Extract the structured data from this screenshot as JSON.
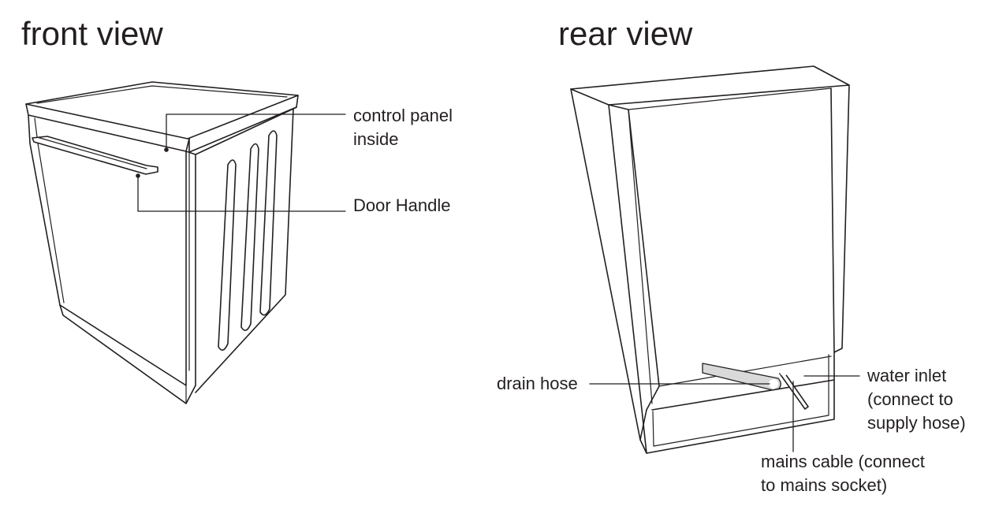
{
  "front": {
    "title": "front view",
    "labels": {
      "control_panel_line1": "control panel",
      "control_panel_line2": "inside",
      "door_handle": "Door Handle"
    }
  },
  "rear": {
    "title": "rear view",
    "labels": {
      "drain_hose": "drain hose",
      "water_inlet_line1": "water inlet",
      "water_inlet_line2": "(connect to",
      "water_inlet_line3": "supply hose)",
      "mains_cable_line1": "mains cable (connect",
      "mains_cable_line2": "to mains socket)"
    }
  },
  "colors": {
    "line": "#231f20",
    "background": "#ffffff",
    "hose_fill": "#d9d9d9"
  }
}
